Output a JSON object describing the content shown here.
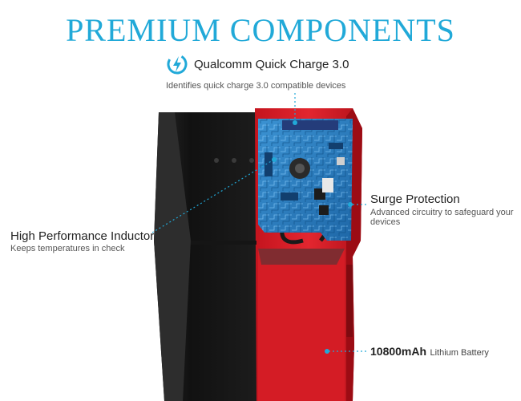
{
  "title": "PREMIUM COMPONENTS",
  "colors": {
    "accent": "#21a9d8",
    "case_red": "#d8202a",
    "case_black": "#1e1e1e",
    "pcb_blue": "#2e7fc0"
  },
  "callouts": {
    "quick_charge": {
      "icon": "quick-charge-icon",
      "name": "Qualcomm Quick Charge 3.0",
      "desc": "Identifies quick charge 3.0 compatible devices"
    },
    "surge": {
      "name": "Surge Protection",
      "desc": "Advanced circuitry to safeguard your devices"
    },
    "inductor": {
      "name": "High Performance Inductor",
      "desc": "Keeps temperatures in check"
    },
    "battery": {
      "capacity": "10800mAh",
      "label": "Lithium Battery"
    }
  }
}
